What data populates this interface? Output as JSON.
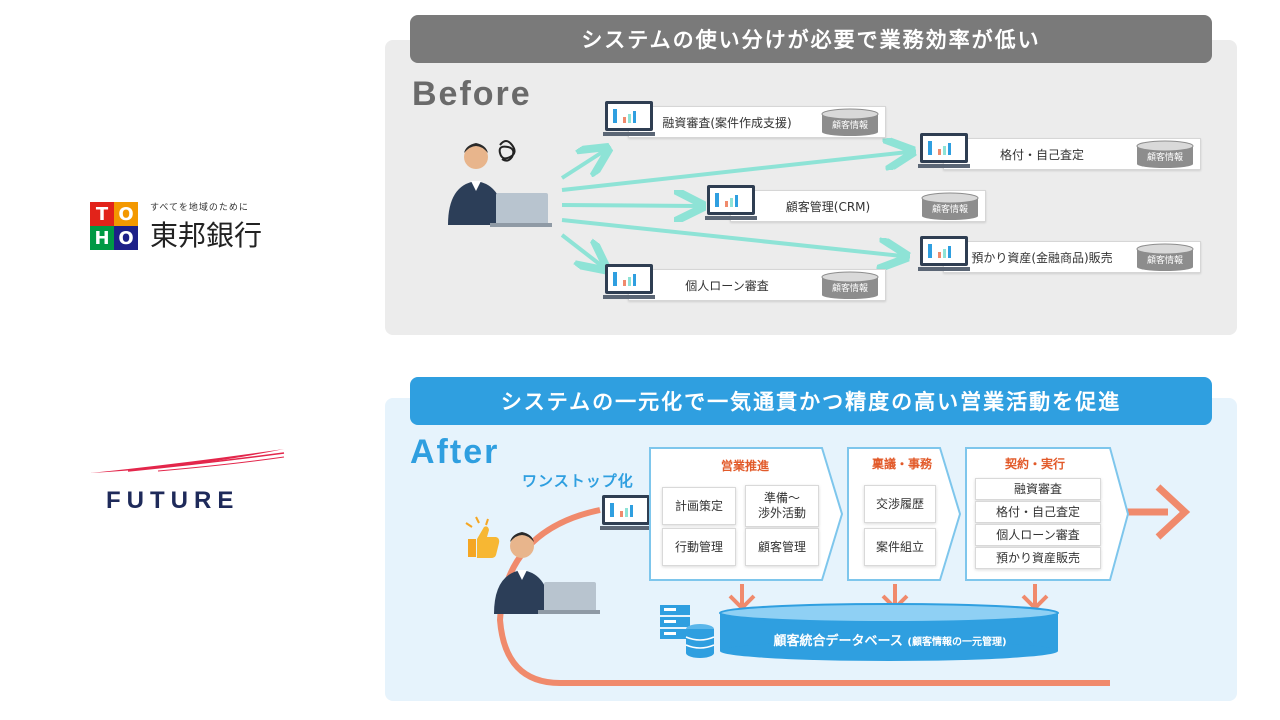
{
  "logos": {
    "toho": {
      "mark_letters": [
        "T",
        "O",
        "H",
        "O"
      ],
      "mark_colors": [
        "#e2231a",
        "#f39800",
        "#009944",
        "#1d2088"
      ],
      "slogan": "すべてを地域のために",
      "name": "東邦銀行"
    },
    "future": {
      "name": "FUTURE",
      "swoosh_color": "#e3264b",
      "text_color": "#1e2a5a"
    }
  },
  "before": {
    "banner": "システムの使い分けが必要で業務効率が低い",
    "label": "Before",
    "systems": [
      {
        "label": "融資審査(案件作成支援)",
        "db": "顧客情報"
      },
      {
        "label": "格付・自己査定",
        "db": "顧客情報"
      },
      {
        "label": "顧客管理(CRM)",
        "db": "顧客情報"
      },
      {
        "label": "預かり資産(金融商品)販売",
        "db": "顧客情報"
      },
      {
        "label": "個人ローン審査",
        "db": "顧客情報"
      }
    ],
    "confused_icon": "scribble-icon",
    "arrow_color": "#8ee3d6"
  },
  "after": {
    "banner": "システムの一元化で一気通貫かつ精度の高い営業活動を促進",
    "label": "After",
    "onestop": "ワンストップ化",
    "stages": [
      {
        "title": "営業推進",
        "items": [
          "計画策定",
          "準備〜\n渉外活動",
          "行動管理",
          "顧客管理"
        ]
      },
      {
        "title": "稟議・事務",
        "items": [
          "交渉履歴",
          "案件組立"
        ]
      },
      {
        "title": "契約・実行",
        "items": [
          "融資審査",
          "格付・自己査定",
          "個人ローン審査",
          "預かり資産販売"
        ]
      }
    ],
    "database": {
      "label": "顧客統合データベース",
      "note": "(顧客情報の一元管理)"
    },
    "thumbs_icon": "thumbs-up-icon",
    "flow_color": "#f08a6c",
    "accent_color": "#2f9fe0"
  }
}
